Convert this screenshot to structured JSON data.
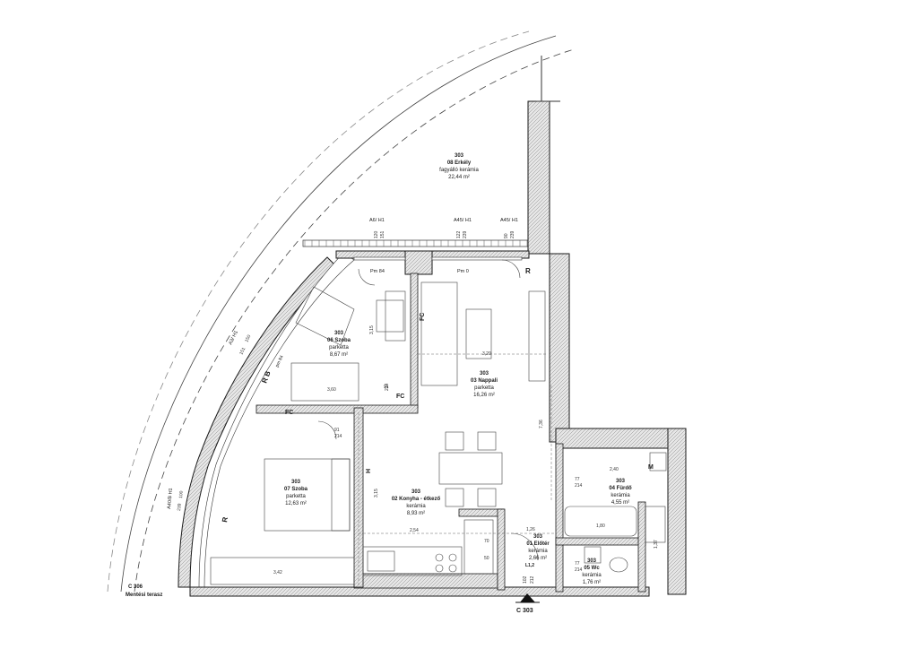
{
  "rooms": {
    "erkely": {
      "unit": "303",
      "name": "08 Erkély",
      "floor": "fagyálló kerámia",
      "area": "22,44 m²"
    },
    "szoba06": {
      "unit": "303",
      "name": "06 Szoba",
      "floor": "parketta",
      "area": "8,67 m²"
    },
    "nappali": {
      "unit": "303",
      "name": "03 Nappali",
      "floor": "parketta",
      "area": "16,26 m²"
    },
    "szoba07": {
      "unit": "303",
      "name": "07 Szoba",
      "floor": "parketta",
      "area": "12,63 m²"
    },
    "konyha": {
      "unit": "303",
      "name": "02 Konyha - étkező",
      "floor": "kerámia",
      "area": "8,93 m²"
    },
    "furdo": {
      "unit": "303",
      "name": "04 Fürdő",
      "floor": "kerámia",
      "area": "4,55 m²"
    },
    "eloter": {
      "unit": "303",
      "name": "01 Előtér",
      "floor": "kerámia",
      "area": "2,66 m²"
    },
    "wc": {
      "unit": "303",
      "name": "05 Wc",
      "floor": "kerámia",
      "area": "1,76 m²"
    }
  },
  "labels": {
    "a6h1": "A6/ H1",
    "a45h1_a": "A45/ H1",
    "a45h1_b": "A45/ H1",
    "a3h1": "A3/ H1",
    "a40bh1": "A40/B H1",
    "pm84": "Pm 84",
    "pm84_side": "pm 84",
    "pm0": "Pm 0",
    "r_top": "R",
    "r_bottom": "R",
    "rb": "R B",
    "fc_vertical": "FC",
    "fc_mid": "FC",
    "fc_left": "FC",
    "h_mark": "H",
    "m_mark": "M",
    "l12": "L1,2",
    "section": "C 303",
    "c306": "C 306",
    "c306_name": "Mentési terasz"
  },
  "dimensions": {
    "d120": "120",
    "d151": "151",
    "d122": "122",
    "d239": "239",
    "d90": "90",
    "d239b": "239",
    "d150": "150",
    "d151b": "151",
    "d100": "100",
    "d239c": "239",
    "d315": "3,15",
    "d320": "3,20",
    "d360": "3,60",
    "d91a": "91",
    "d214a": "214",
    "d91b": "91",
    "d214b": "214",
    "d736": "7,36",
    "d315b": "3,15",
    "d254": "2,54",
    "d342": "3,42",
    "d240": "2,40",
    "d77a": "77",
    "d214c": "214",
    "d180": "1,80",
    "d126": "1,26",
    "d77b": "77",
    "d214d": "214",
    "d50": "50",
    "d70": "70",
    "d102": "102",
    "d212": "212",
    "d137": "1,37"
  },
  "colors": {
    "wall_fill": "#d8d8d8",
    "wall_stroke": "#1a1a1a",
    "line": "#333333"
  }
}
